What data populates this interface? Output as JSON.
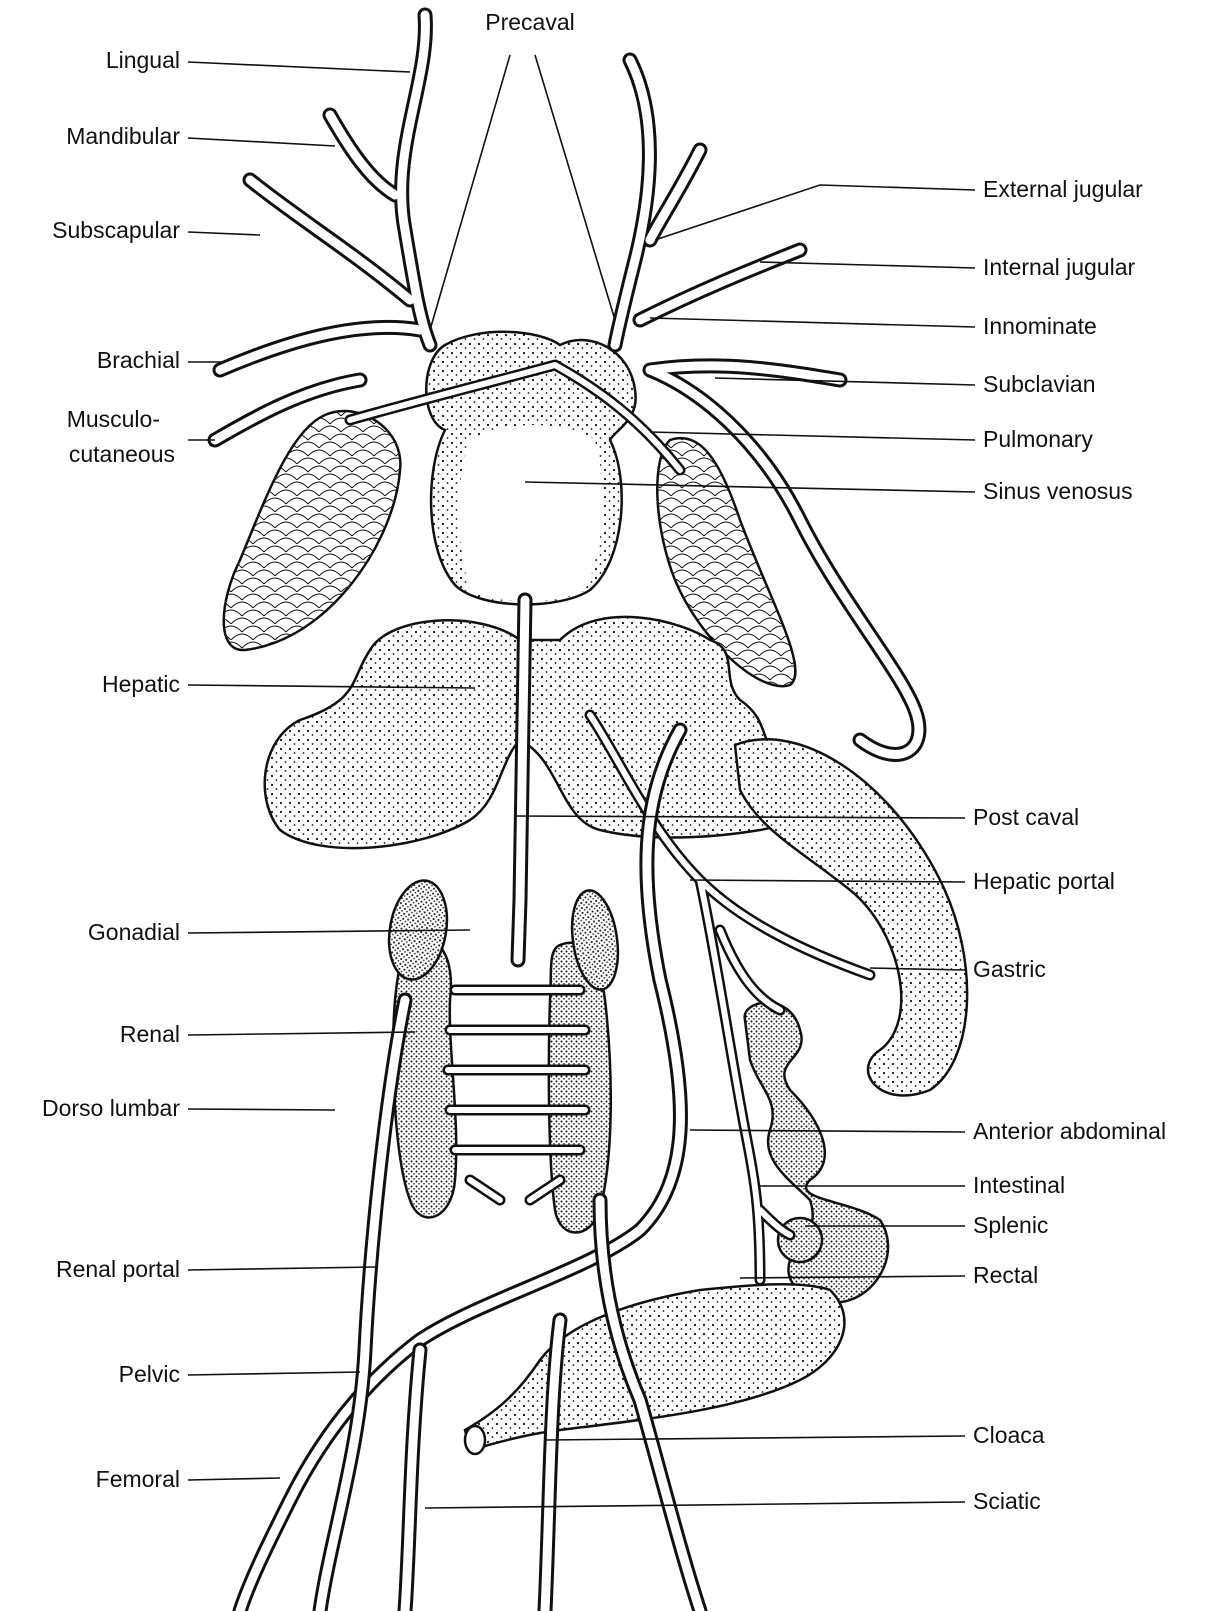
{
  "diagram": {
    "top_label": "Precaval",
    "left_labels": [
      "Lingual",
      "Mandibular",
      "Subscapular",
      "Brachial",
      "Musculo-",
      "cutaneous",
      "Hepatic",
      "Gonadial",
      "Renal",
      "Dorso lumbar",
      "Renal portal",
      "Pelvic",
      "Femoral"
    ],
    "right_labels": [
      "External jugular",
      "Internal jugular",
      "Innominate",
      "Subclavian",
      "Pulmonary",
      "Sinus venosus",
      "Post caval",
      "Hepatic portal",
      "Gastric",
      "Anterior abdominal",
      "Intestinal",
      "Splenic",
      "Rectal",
      "Cloaca",
      "Sciatic"
    ]
  }
}
